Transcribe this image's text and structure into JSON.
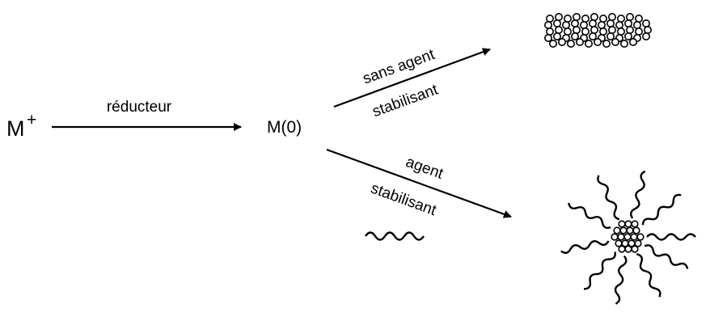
{
  "reactant": {
    "symbol": "M",
    "charge": "+"
  },
  "reagent_label": "réducteur",
  "intermediate": "M(0)",
  "upper_path": {
    "line1": "sans agent",
    "line2": "stabilisant"
  },
  "lower_path": {
    "line1": "agent",
    "line2": "stabilisant"
  },
  "colors": {
    "ink": "#000000",
    "background": "#ffffff"
  }
}
